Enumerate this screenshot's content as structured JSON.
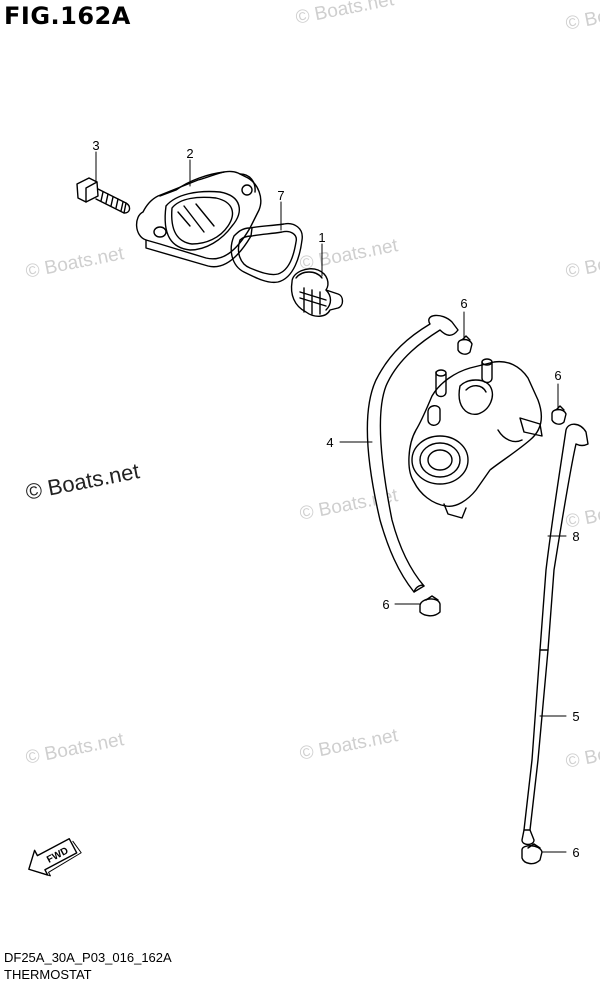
{
  "figure": {
    "title": "FIG.162A",
    "drawing_code": "DF25A_30A_P03_016_162A",
    "drawing_name": "THERMOSTAT"
  },
  "callouts": [
    "3",
    "2",
    "7",
    "1",
    "6",
    "4",
    "6",
    "8",
    "6",
    "5",
    "6"
  ],
  "fwd_label": "FWD",
  "watermark": {
    "text": "© Boats.net",
    "color": "#cfcfcf"
  }
}
